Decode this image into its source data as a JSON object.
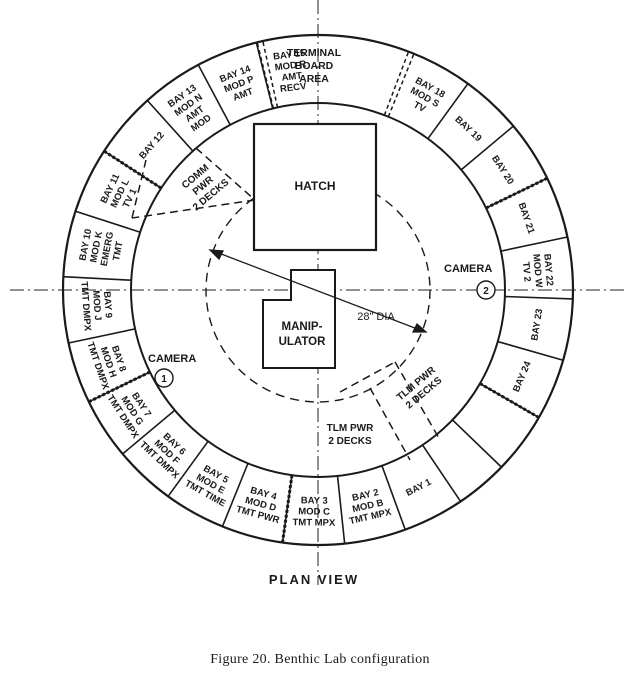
{
  "diagram": {
    "bays": [
      {
        "lines": [
          "BAY 1"
        ],
        "angle": 153
      },
      {
        "lines": [
          "BAY 2",
          "MOD B",
          "TMT MPX"
        ],
        "angle": 167
      },
      {
        "lines": [
          "BAY 3",
          "MOD C",
          "TMT MPX"
        ],
        "angle": 181
      },
      {
        "lines": [
          "BAY 4",
          "MOD D",
          "TMT PWR"
        ],
        "angle": 195
      },
      {
        "lines": [
          "BAY 5",
          "MOD E",
          "TMT TIME"
        ],
        "angle": 209
      },
      {
        "lines": [
          "BAY 6",
          "MOD F",
          "TMT DMPX"
        ],
        "angle": 223
      },
      {
        "lines": [
          "BAY 7",
          "MOD G",
          "TMT DMPX"
        ],
        "angle": 237
      },
      {
        "lines": [
          "BAY 8",
          "MOD H",
          "TMT DMPX"
        ],
        "angle": 251
      },
      {
        "lines": [
          "BAY 9",
          "MOD J",
          "TMT DMPX"
        ],
        "angle": 266
      },
      {
        "lines": [
          "BAY 10",
          "MOD K",
          "EMERG",
          "TMT"
        ],
        "angle": 281
      },
      {
        "lines": [
          "BAY 11",
          "MOD L",
          "TV 1"
        ],
        "angle": 296
      },
      {
        "lines": [
          "BAY 12"
        ],
        "angle": 311
      },
      {
        "lines": [
          "BAY 13",
          "MOD N",
          "AMT",
          "MOD"
        ],
        "angle": 325
      },
      {
        "lines": [
          "BAY 14",
          "MOD P",
          "AMT"
        ],
        "angle": 339
      },
      {
        "lines": [
          "BAY 15",
          "MOD R",
          "AMT",
          "RECV"
        ],
        "angle": 353
      },
      {
        "lines": [
          "BAY 18",
          "MOD S",
          "TV"
        ],
        "angle": 29
      },
      {
        "lines": [
          "BAY 19"
        ],
        "angle": 43
      },
      {
        "lines": [
          "BAY 20"
        ],
        "angle": 57
      },
      {
        "lines": [
          "BAY 21"
        ],
        "angle": 71
      },
      {
        "lines": [
          "BAY 22",
          "MOD W",
          "TV 2"
        ],
        "angle": 85
      },
      {
        "lines": [
          "BAY 23"
        ],
        "angle": 99
      },
      {
        "lines": [
          "BAY 24"
        ],
        "angle": 113
      }
    ],
    "terminal_board": [
      "TERMINAL",
      "BOARD",
      "AREA"
    ],
    "comm_pwr": [
      "COMM",
      "PWR",
      "2 DECKS"
    ],
    "tlm_pwr_left": [
      "TLM PWR",
      "2 DECKS"
    ],
    "tlm_pwr_right": [
      "TLM PWR",
      "2 DECKS"
    ],
    "hatch": "HATCH",
    "manipulator": [
      "MANIP-",
      "ULATOR"
    ],
    "dia_label": "28\" DIA",
    "camera_left": {
      "label": "CAMERA",
      "number": "1"
    },
    "camera_right": {
      "label": "CAMERA",
      "number": "2"
    },
    "view_label": "PLAN VIEW"
  },
  "caption": "Figure 20.   Benthic Lab configuration"
}
